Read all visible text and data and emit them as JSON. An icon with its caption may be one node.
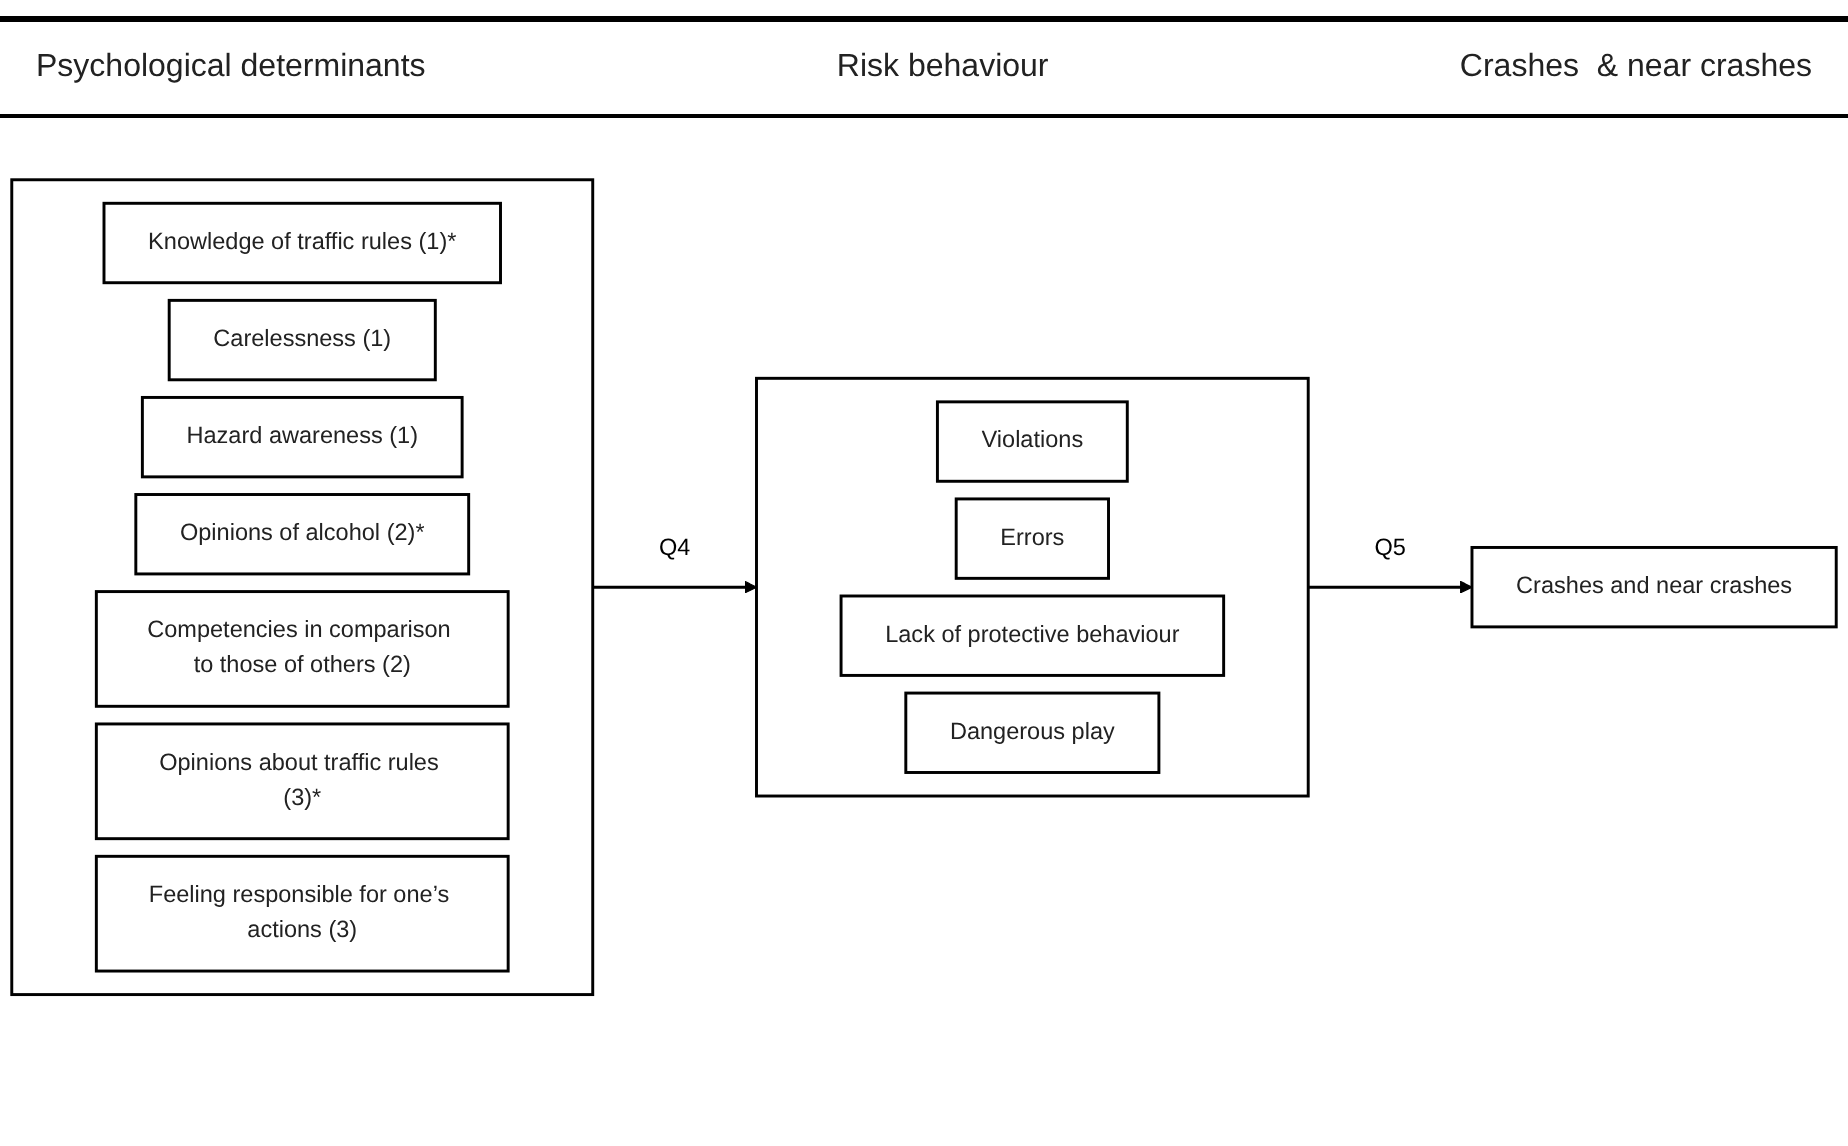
{
  "diagram": {
    "nodes": [
      {
        "text": [],
        "shape": "box"
      },
      {
        "text": [
          "Knowledge of traffic rules (1)*"
        ],
        "in": 0
      },
      {
        "text": [
          "Carelessness (1)"
        ],
        "in": 0
      },
      {
        "text": [
          "Hazard awareness (1)"
        ],
        "in": 0
      },
      {
        "text": [
          "Opinions of alcohol  (2)*"
        ],
        "in": 0
      },
      {
        "text": [
          "Competencies in comparison to those of others (2)"
        ],
        "in": 0
      },
      {
        "text": [
          "Opinions about traffic rules (3)*"
        ],
        "in": 0
      },
      {
        "text": [
          "Feeling responsible for one’s actions (3)"
        ],
        "in": 0
      },
      {
        "text": [],
        "shape": "box"
      },
      {
        "text": [
          "Violations"
        ],
        "in": 8
      },
      {
        "text": [
          "Errors"
        ],
        "in": 8
      },
      {
        "text": [
          "Lack of protective behaviour"
        ],
        "in": 8
      },
      {
        "text": [
          "Dangerous play"
        ],
        "in": 8
      },
      {
        "text": [
          "Crashes and near crashes"
        ]
      }
    ],
    "edges": [
      {
        "from": 0,
        "to": 8,
        "arrow": "to",
        "label": "Q4"
      },
      {
        "from": 8,
        "to": 13,
        "arrow": "to",
        "label": "Q5"
      }
    ],
    "labels": [
      "Psychological determinants",
      "Risk behaviour",
      "Crashes  & near crashes"
    ]
  }
}
